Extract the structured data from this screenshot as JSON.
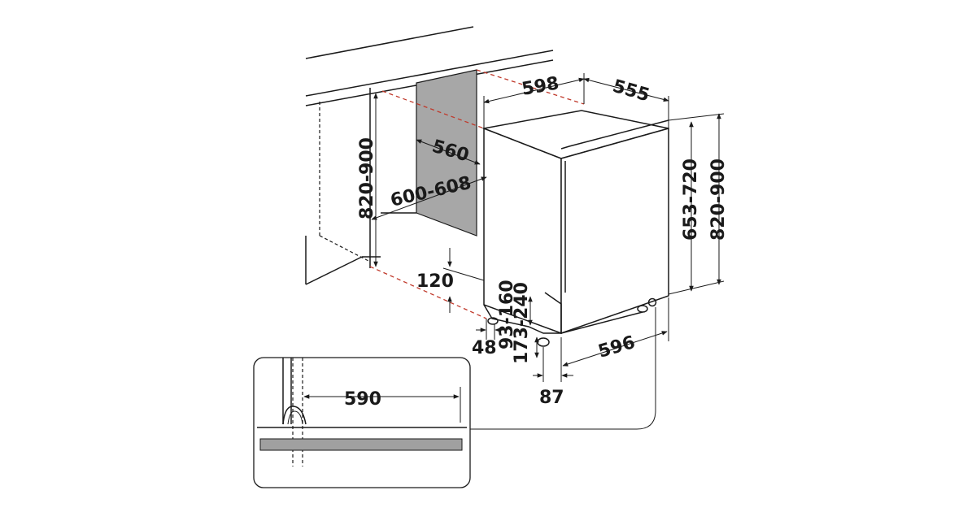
{
  "dimensions": {
    "niche_width": "600-608",
    "niche_depth": "560",
    "niche_height": "820-900",
    "appliance_width": "598",
    "appliance_depth": "555",
    "appliance_body_height": "653-720",
    "appliance_total_height": "820-900",
    "plinth_height": "120",
    "plinth_recess": "48",
    "foot_range_a": "93-160",
    "foot_range_b": "173-240",
    "door_width": "596",
    "door_offset": "87",
    "door_swing_clearance": "590"
  },
  "colors": {
    "line": "#1a1a1a",
    "guide_dashed": "#c0392b",
    "panel_fill": "#a7a7a7",
    "detail_fill": "#a0a0a0"
  }
}
